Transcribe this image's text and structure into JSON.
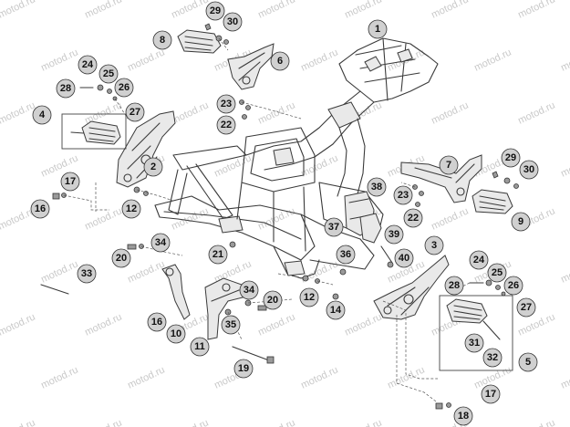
{
  "watermark": "motod.ru",
  "callouts": [
    {
      "id": "1",
      "label": "1"
    },
    {
      "id": "2",
      "label": "2"
    },
    {
      "id": "3",
      "label": "3"
    },
    {
      "id": "4",
      "label": "4"
    },
    {
      "id": "5",
      "label": "5"
    },
    {
      "id": "6",
      "label": "6"
    },
    {
      "id": "7",
      "label": "7"
    },
    {
      "id": "8",
      "label": "8"
    },
    {
      "id": "9",
      "label": "9"
    },
    {
      "id": "10",
      "label": "10"
    },
    {
      "id": "11",
      "label": "11"
    },
    {
      "id": "12a",
      "label": "12"
    },
    {
      "id": "12b",
      "label": "12"
    },
    {
      "id": "14",
      "label": "14"
    },
    {
      "id": "16a",
      "label": "16"
    },
    {
      "id": "16b",
      "label": "16"
    },
    {
      "id": "17a",
      "label": "17"
    },
    {
      "id": "17b",
      "label": "17"
    },
    {
      "id": "18",
      "label": "18"
    },
    {
      "id": "19",
      "label": "19"
    },
    {
      "id": "20a",
      "label": "20"
    },
    {
      "id": "20b",
      "label": "20"
    },
    {
      "id": "21",
      "label": "21"
    },
    {
      "id": "22a",
      "label": "22"
    },
    {
      "id": "22b",
      "label": "22"
    },
    {
      "id": "23a",
      "label": "23"
    },
    {
      "id": "23b",
      "label": "23"
    },
    {
      "id": "24a",
      "label": "24"
    },
    {
      "id": "24b",
      "label": "24"
    },
    {
      "id": "25a",
      "label": "25"
    },
    {
      "id": "25b",
      "label": "25"
    },
    {
      "id": "26a",
      "label": "26"
    },
    {
      "id": "26b",
      "label": "26"
    },
    {
      "id": "27a",
      "label": "27"
    },
    {
      "id": "27b",
      "label": "27"
    },
    {
      "id": "28a",
      "label": "28"
    },
    {
      "id": "28b",
      "label": "28"
    },
    {
      "id": "29a",
      "label": "29"
    },
    {
      "id": "29b",
      "label": "29"
    },
    {
      "id": "30a",
      "label": "30"
    },
    {
      "id": "30b",
      "label": "30"
    },
    {
      "id": "31",
      "label": "31"
    },
    {
      "id": "32",
      "label": "32"
    },
    {
      "id": "33",
      "label": "33"
    },
    {
      "id": "34a",
      "label": "34"
    },
    {
      "id": "34b",
      "label": "34"
    },
    {
      "id": "35",
      "label": "35"
    },
    {
      "id": "36",
      "label": "36"
    },
    {
      "id": "37",
      "label": "37"
    },
    {
      "id": "38",
      "label": "38"
    },
    {
      "id": "39",
      "label": "39"
    },
    {
      "id": "40",
      "label": "40"
    }
  ]
}
